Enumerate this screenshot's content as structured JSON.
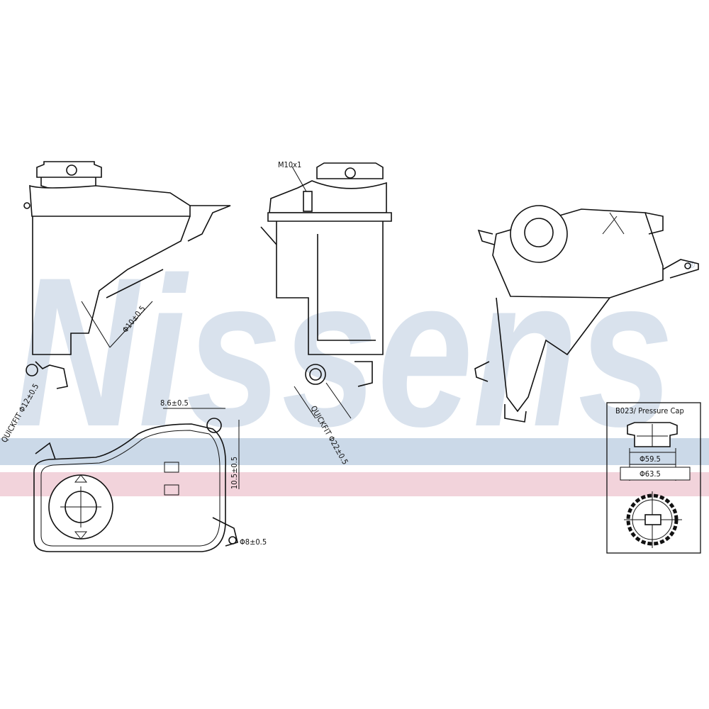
{
  "watermark": {
    "brand": "Nissens",
    "registered": "®"
  },
  "colors": {
    "band_blue": "#cbd9e8",
    "band_pink": "#f2d3db",
    "watermark": "#d3deea"
  },
  "labels": {
    "hose_view1": "Φ10±0.5",
    "thread": "M10x1",
    "quickfit_view2": "QUICKFIT Φ22±0.5",
    "quickfit_top": "QUICKFIT Φ12±0.5",
    "dim_width": "8.6±0.5",
    "dim_height": "10.5±0.5",
    "dim_hole": "Φ8±0.5"
  },
  "cap_box": {
    "title": "B023/ Pressure Cap",
    "inner_diameter": "Φ59.5",
    "outer_diameter": "Φ63.5"
  }
}
